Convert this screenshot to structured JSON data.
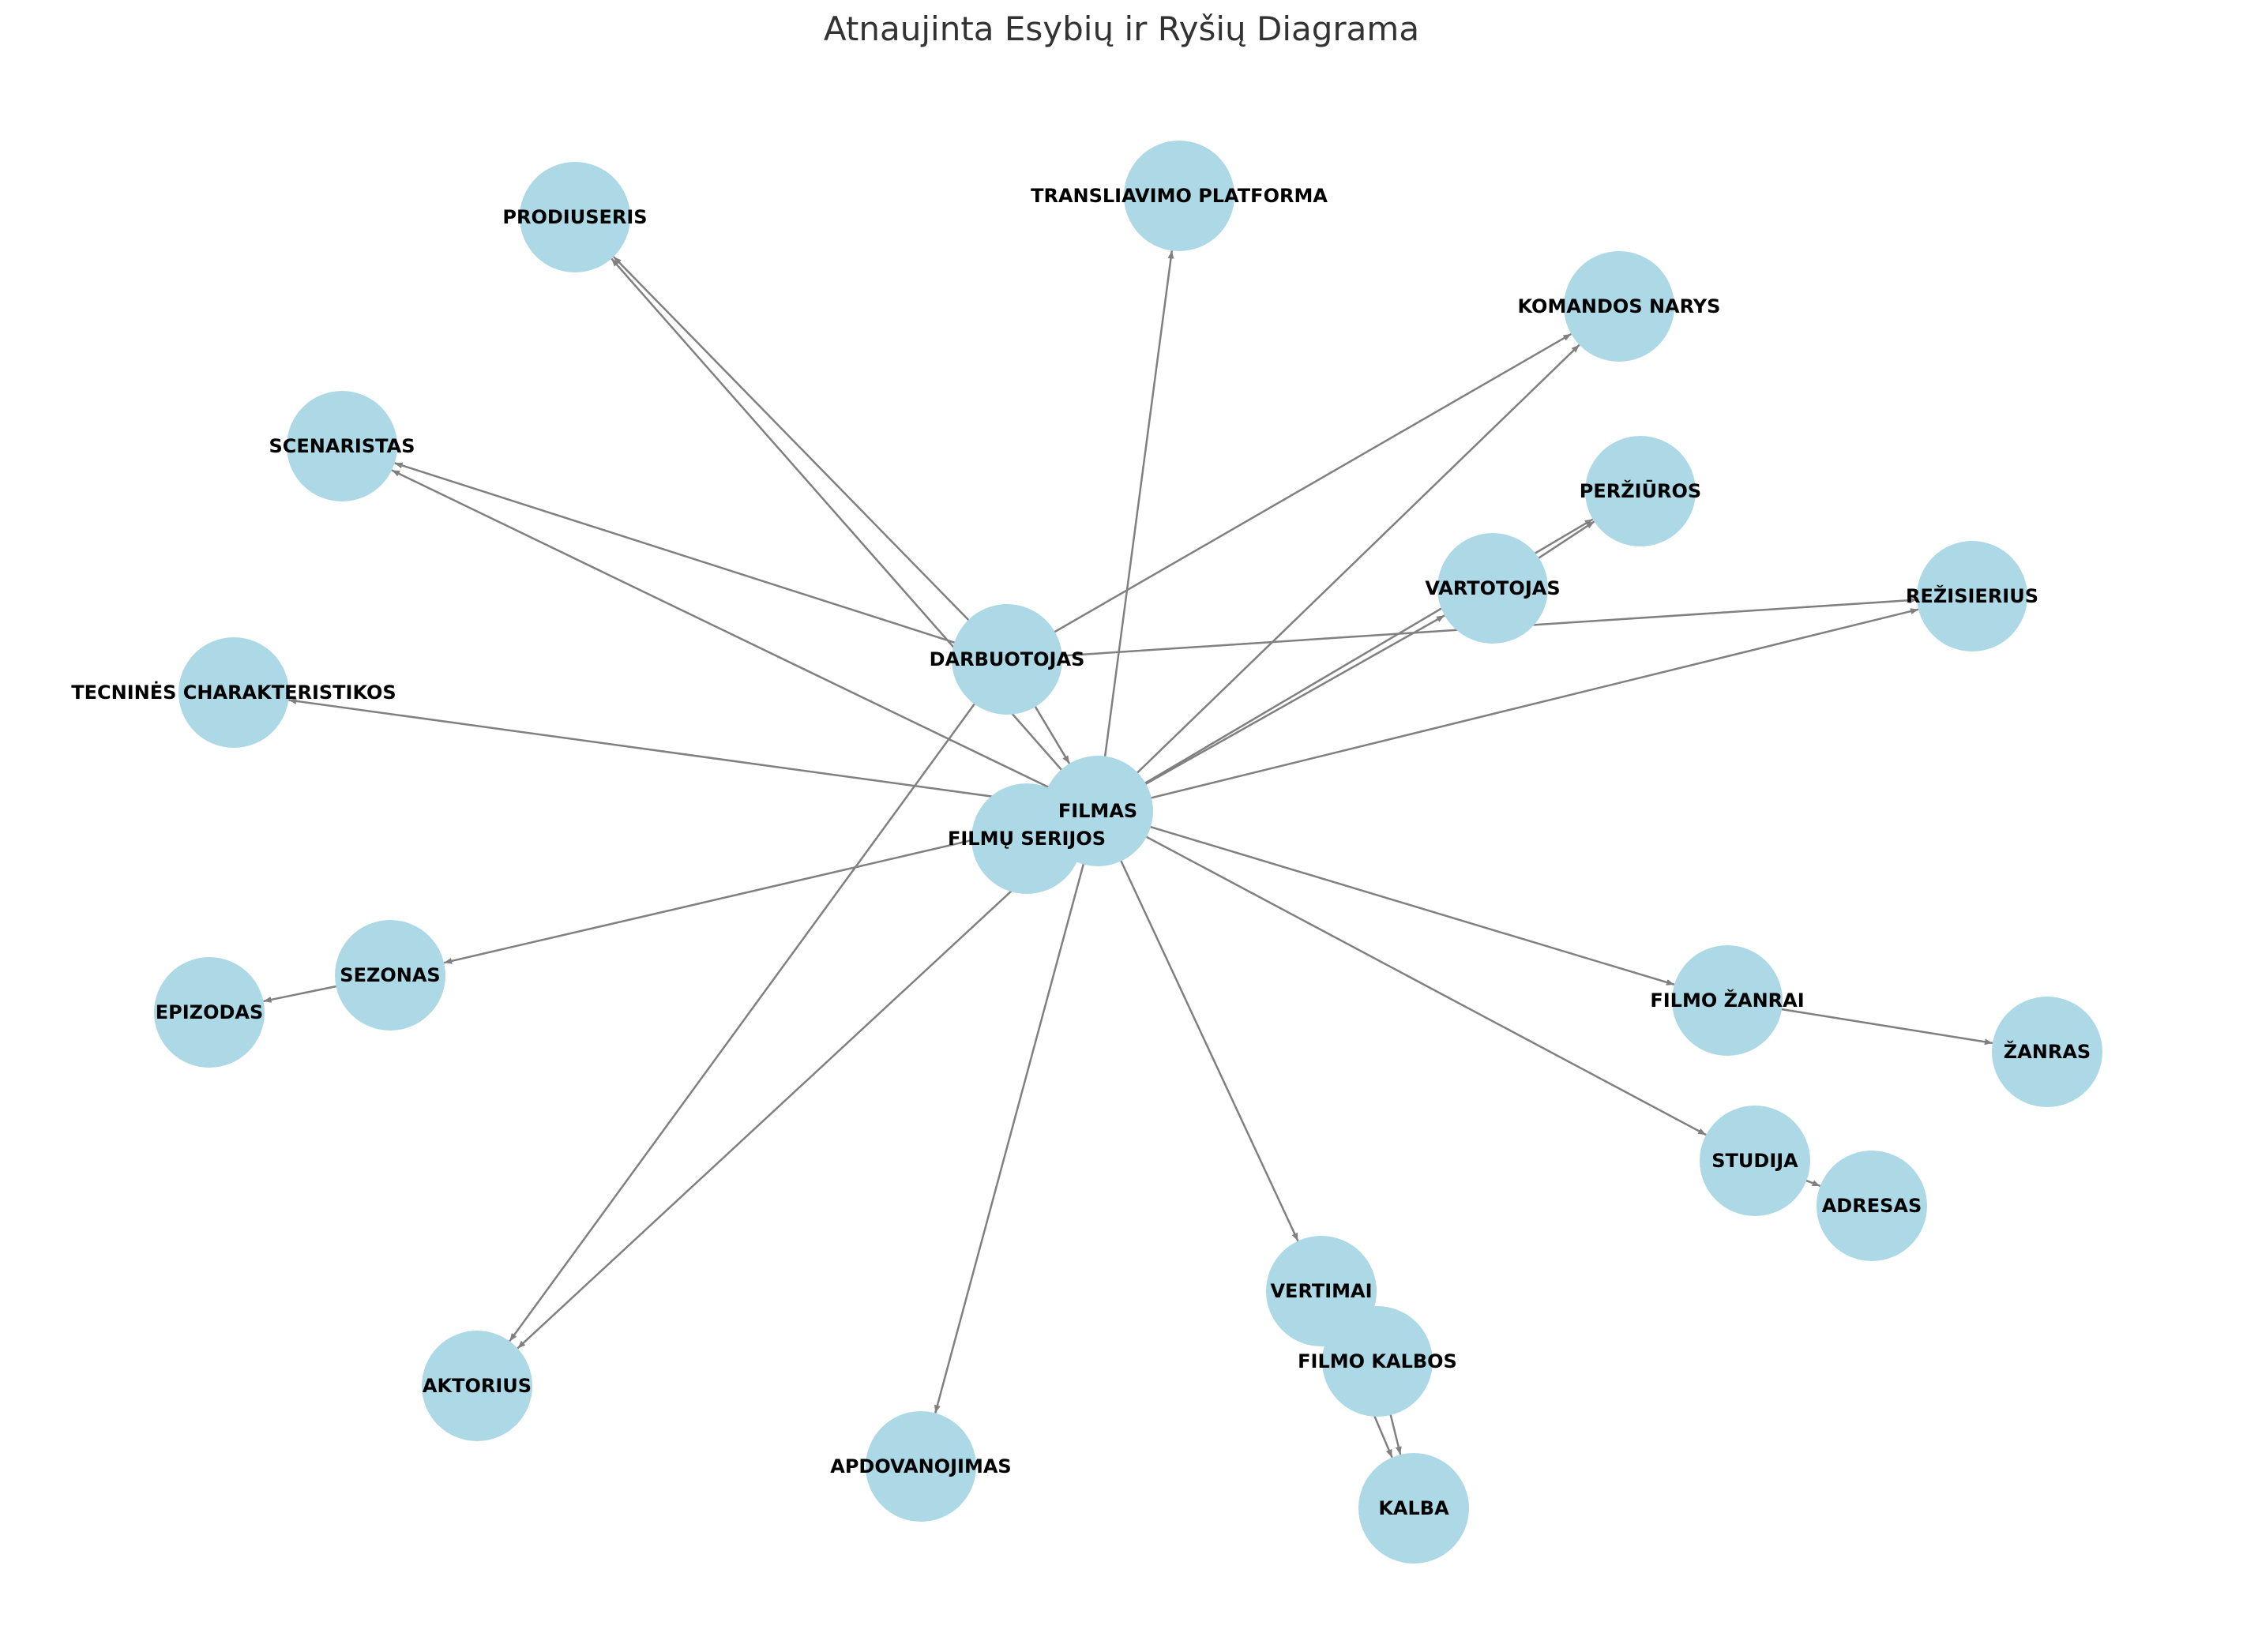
{
  "title": "Atnaujinta Esybių ir Ryšių Diagrama",
  "colors": {
    "node_fill": "#add8e6",
    "edge": "#808080",
    "label": "#000000",
    "title": "#333333"
  },
  "nodes": [
    {
      "id": "filmas",
      "label": "FILMAS"
    },
    {
      "id": "filmu_serijos",
      "label": "FILMŲ SERIJOS"
    },
    {
      "id": "darbuotojas",
      "label": "DARBUOTOJAS"
    },
    {
      "id": "prodiuseris",
      "label": "PRODIUSERIS"
    },
    {
      "id": "transliavimo_platforma",
      "label": "TRANSLIAVIMO PLATFORMA"
    },
    {
      "id": "komandos_narys",
      "label": "KOMANDOS NARYS"
    },
    {
      "id": "scenaristas",
      "label": "SCENARISTAS"
    },
    {
      "id": "perziuros",
      "label": "PERŽIŪROS"
    },
    {
      "id": "vartotojas",
      "label": "VARTOTOJAS"
    },
    {
      "id": "rezisierius",
      "label": "REŽISIERIUS"
    },
    {
      "id": "technines_charakteristikos",
      "label": "TECNINĖS CHARAKTERISTIKOS"
    },
    {
      "id": "sezonas",
      "label": "SEZONAS"
    },
    {
      "id": "epizodas",
      "label": "EPIZODAS"
    },
    {
      "id": "filmo_zanrai",
      "label": "FILMO ŽANRAI"
    },
    {
      "id": "zanras",
      "label": "ŽANRAS"
    },
    {
      "id": "studija",
      "label": "STUDIJA"
    },
    {
      "id": "adresas",
      "label": "ADRESAS"
    },
    {
      "id": "vertimai",
      "label": "VERTIMAI"
    },
    {
      "id": "filmo_kalbos",
      "label": "FILMO KALBOS"
    },
    {
      "id": "kalba",
      "label": "KALBA"
    },
    {
      "id": "aktorius",
      "label": "AKTORIUS"
    },
    {
      "id": "apdovanojimas",
      "label": "APDOVANOJIMAS"
    }
  ],
  "edges": [
    {
      "from": "darbuotojas",
      "to": "prodiuseris"
    },
    {
      "from": "filmas",
      "to": "prodiuseris"
    },
    {
      "from": "filmas",
      "to": "transliavimo_platforma"
    },
    {
      "from": "darbuotojas",
      "to": "komandos_narys"
    },
    {
      "from": "filmas",
      "to": "komandos_narys"
    },
    {
      "from": "darbuotojas",
      "to": "scenaristas"
    },
    {
      "from": "filmas",
      "to": "scenaristas"
    },
    {
      "from": "vartotojas",
      "to": "perziuros"
    },
    {
      "from": "filmas",
      "to": "perziuros"
    },
    {
      "from": "filmas",
      "to": "vartotojas"
    },
    {
      "from": "darbuotojas",
      "to": "rezisierius"
    },
    {
      "from": "filmas",
      "to": "rezisierius"
    },
    {
      "from": "filmas",
      "to": "technines_charakteristikos"
    },
    {
      "from": "filmas",
      "to": "sezonas"
    },
    {
      "from": "sezonas",
      "to": "epizodas"
    },
    {
      "from": "filmas",
      "to": "filmo_zanrai"
    },
    {
      "from": "filmo_zanrai",
      "to": "zanras"
    },
    {
      "from": "filmas",
      "to": "studija"
    },
    {
      "from": "studija",
      "to": "adresas"
    },
    {
      "from": "filmas",
      "to": "vertimai"
    },
    {
      "from": "filmo_kalbos",
      "to": "vertimai"
    },
    {
      "from": "vertimai",
      "to": "kalba"
    },
    {
      "from": "filmo_kalbos",
      "to": "kalba"
    },
    {
      "from": "darbuotojas",
      "to": "aktorius"
    },
    {
      "from": "filmas",
      "to": "aktorius"
    },
    {
      "from": "filmas",
      "to": "apdovanojimas"
    },
    {
      "from": "darbuotojas",
      "to": "filmas"
    }
  ]
}
